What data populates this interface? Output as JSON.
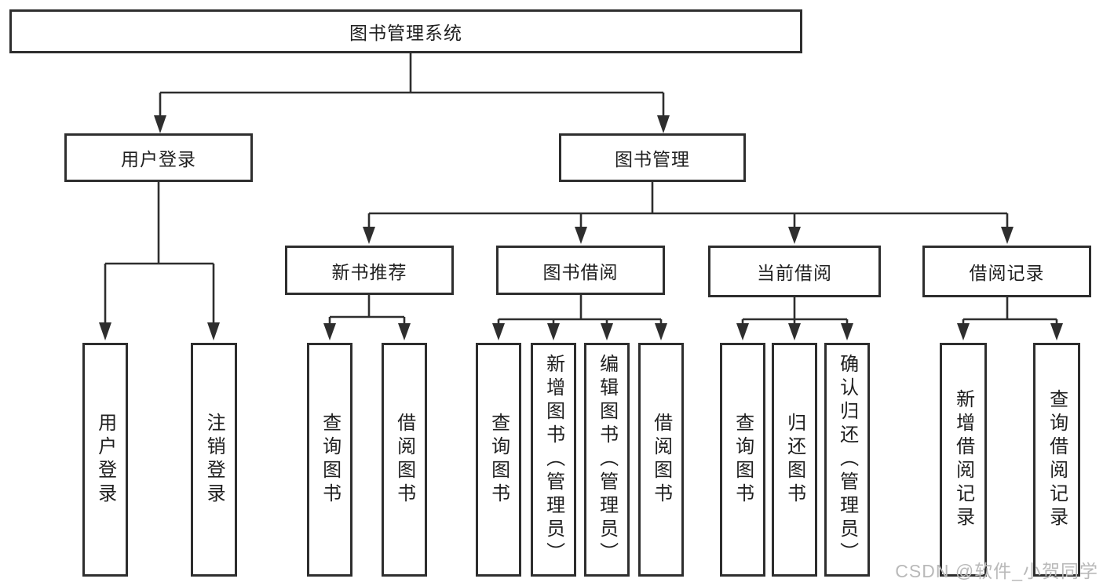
{
  "diagram": {
    "root": {
      "label": "图书管理系统"
    },
    "level2": [
      {
        "label": "用户登录"
      },
      {
        "label": "图书管理"
      }
    ],
    "level3": [
      {
        "label": "新书推荐"
      },
      {
        "label": "图书借阅"
      },
      {
        "label": "当前借阅"
      },
      {
        "label": "借阅记录"
      }
    ],
    "leaves": [
      {
        "label": "用户登录"
      },
      {
        "label": "注销登录"
      },
      {
        "label": "查询图书"
      },
      {
        "label": "借阅图书"
      },
      {
        "label": "查询图书"
      },
      {
        "label": "新增图书（管理员）"
      },
      {
        "label": "编辑图书（管理员）"
      },
      {
        "label": "借阅图书"
      },
      {
        "label": "查询图书"
      },
      {
        "label": "归还图书"
      },
      {
        "label": "确认归还（管理员）"
      },
      {
        "label": "新增借阅记录"
      },
      {
        "label": "查询借阅记录"
      }
    ]
  },
  "watermark": {
    "text": "CSDN @软件_小贺同学"
  },
  "colors": {
    "line": "#2e2e2e",
    "text": "#1f1f1f",
    "watermark": "#b9b9b9",
    "background": "#ffffff"
  }
}
